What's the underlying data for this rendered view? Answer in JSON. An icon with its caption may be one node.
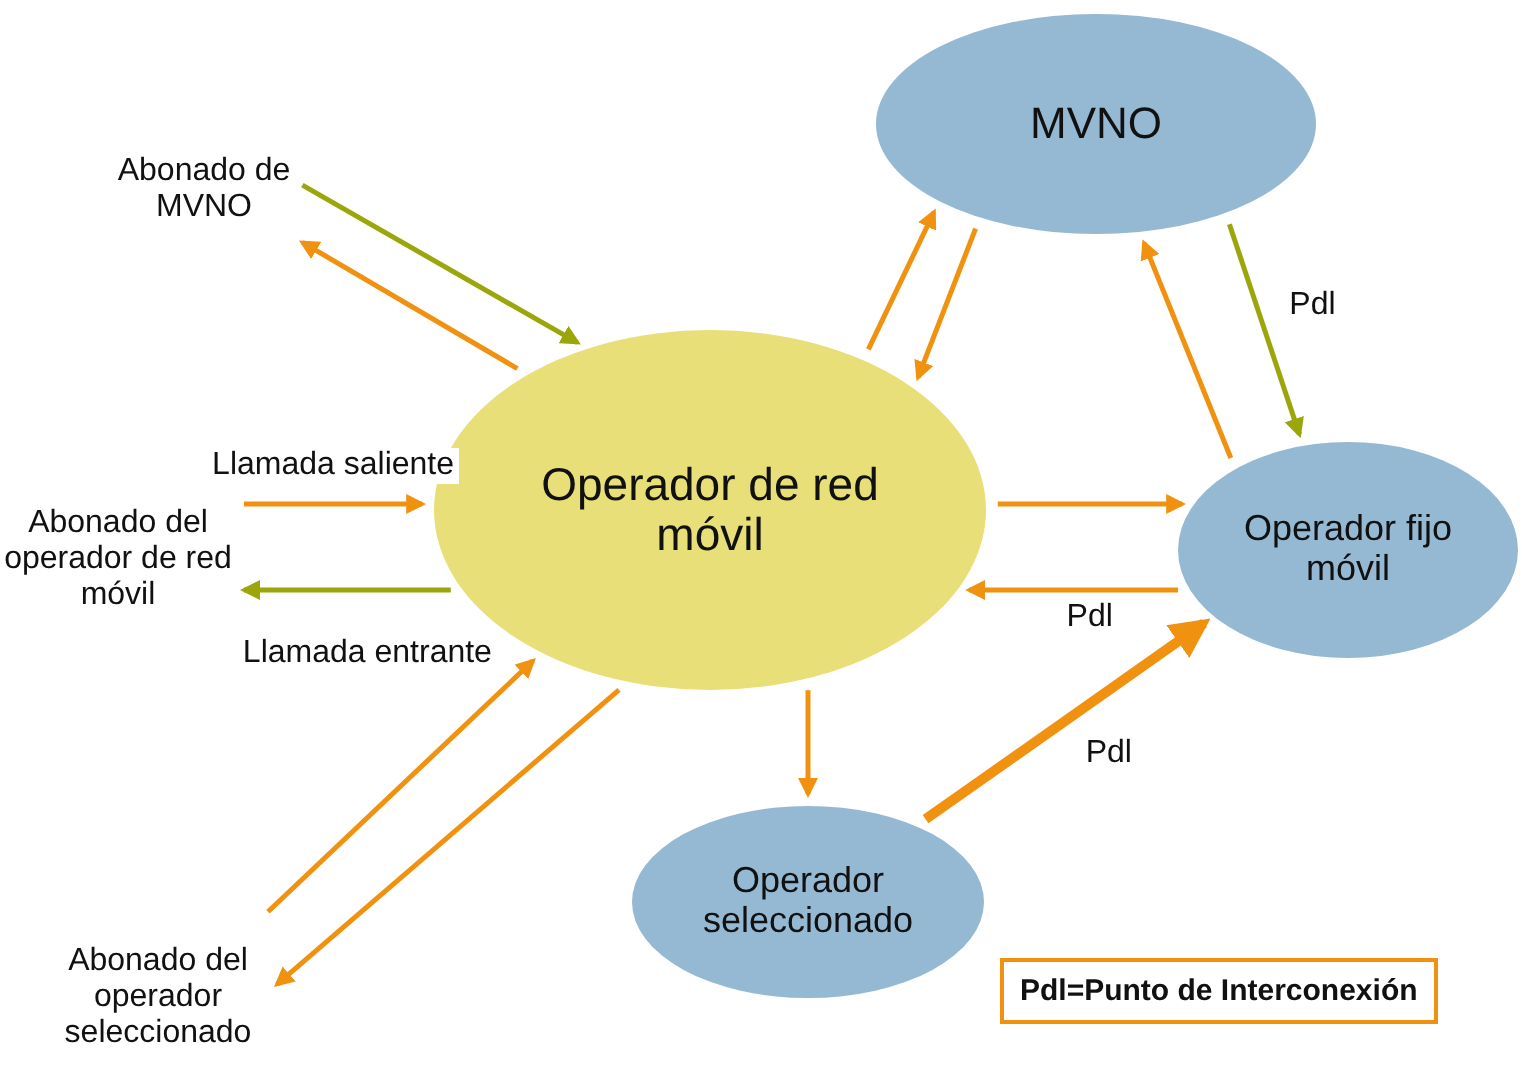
{
  "diagram": {
    "nodes": [
      {
        "text": [
          "Operador de red móvil"
        ]
      },
      {
        "text": [
          "MVNO"
        ]
      },
      {
        "text": [
          "Operador fijo móvil"
        ]
      },
      {
        "text": [
          "Operador seleccionado"
        ]
      },
      {
        "text": [
          "Abonado de MVNO"
        ]
      },
      {
        "text": [
          "Abonado del operador de red móvil"
        ]
      },
      {
        "text": [
          "Abonado del operador seleccionado"
        ]
      }
    ],
    "edges": [
      {
        "from": 4,
        "to": 0,
        "arrow": "to",
        "color": "#9aa60a"
      },
      {
        "from": 0,
        "to": 4,
        "arrow": "to"
      },
      {
        "from": 5,
        "to": 0,
        "arrow": "to",
        "label": "Llamada saliente"
      },
      {
        "from": 0,
        "to": 5,
        "arrow": "to",
        "label": "Llamada entrante",
        "color": "#9aa60a"
      },
      {
        "from": 6,
        "to": 0,
        "arrow": "to"
      },
      {
        "from": 0,
        "to": 6,
        "arrow": "to"
      },
      {
        "from": 0,
        "to": 1,
        "arrow": "to"
      },
      {
        "from": 1,
        "to": 0,
        "arrow": "to"
      },
      {
        "from": 2,
        "to": 1,
        "arrow": "to"
      },
      {
        "from": 1,
        "to": 2,
        "arrow": "to",
        "label": "Pdl",
        "color": "#9aa60a"
      },
      {
        "from": 0,
        "to": 2,
        "arrow": "to"
      },
      {
        "from": 2,
        "to": 0,
        "arrow": "to",
        "label": "Pdl"
      },
      {
        "from": 0,
        "to": 3,
        "arrow": "to"
      },
      {
        "from": 3,
        "to": 2,
        "arrow": "to",
        "label": "Pdl",
        "style": "thick"
      }
    ],
    "labels": [
      "Pdl=Punto de Interconexión"
    ]
  }
}
